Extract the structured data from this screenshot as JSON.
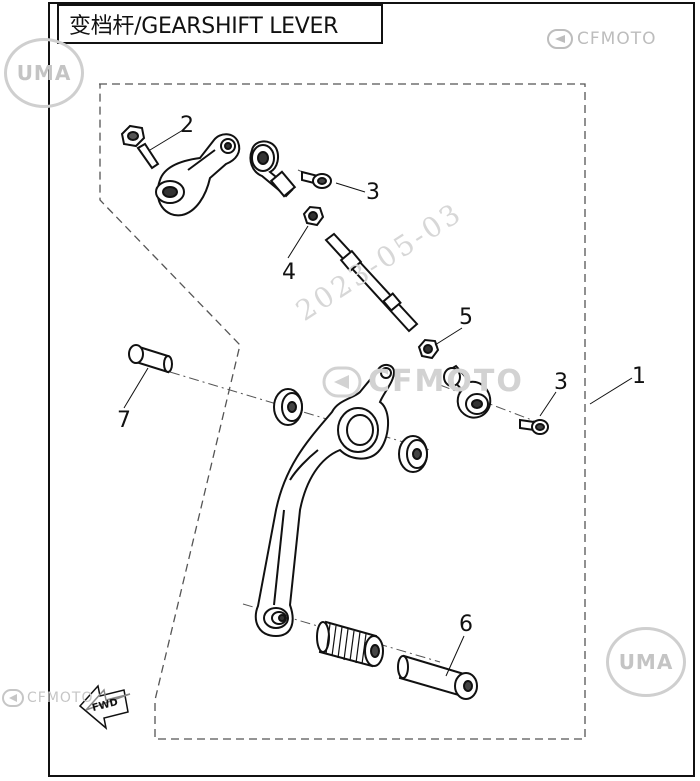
{
  "title": "变档杆/GEARSHIFT LEVER",
  "watermarks": {
    "brand": "CFMOTO",
    "uma": "UMA",
    "date": "2023-05-03",
    "fwd": "FWD"
  },
  "callouts": [
    "1",
    "2",
    "3",
    "3",
    "4",
    "5",
    "6",
    "7"
  ],
  "colors": {
    "line": "#111111",
    "watermark": "#c8c8c8"
  }
}
